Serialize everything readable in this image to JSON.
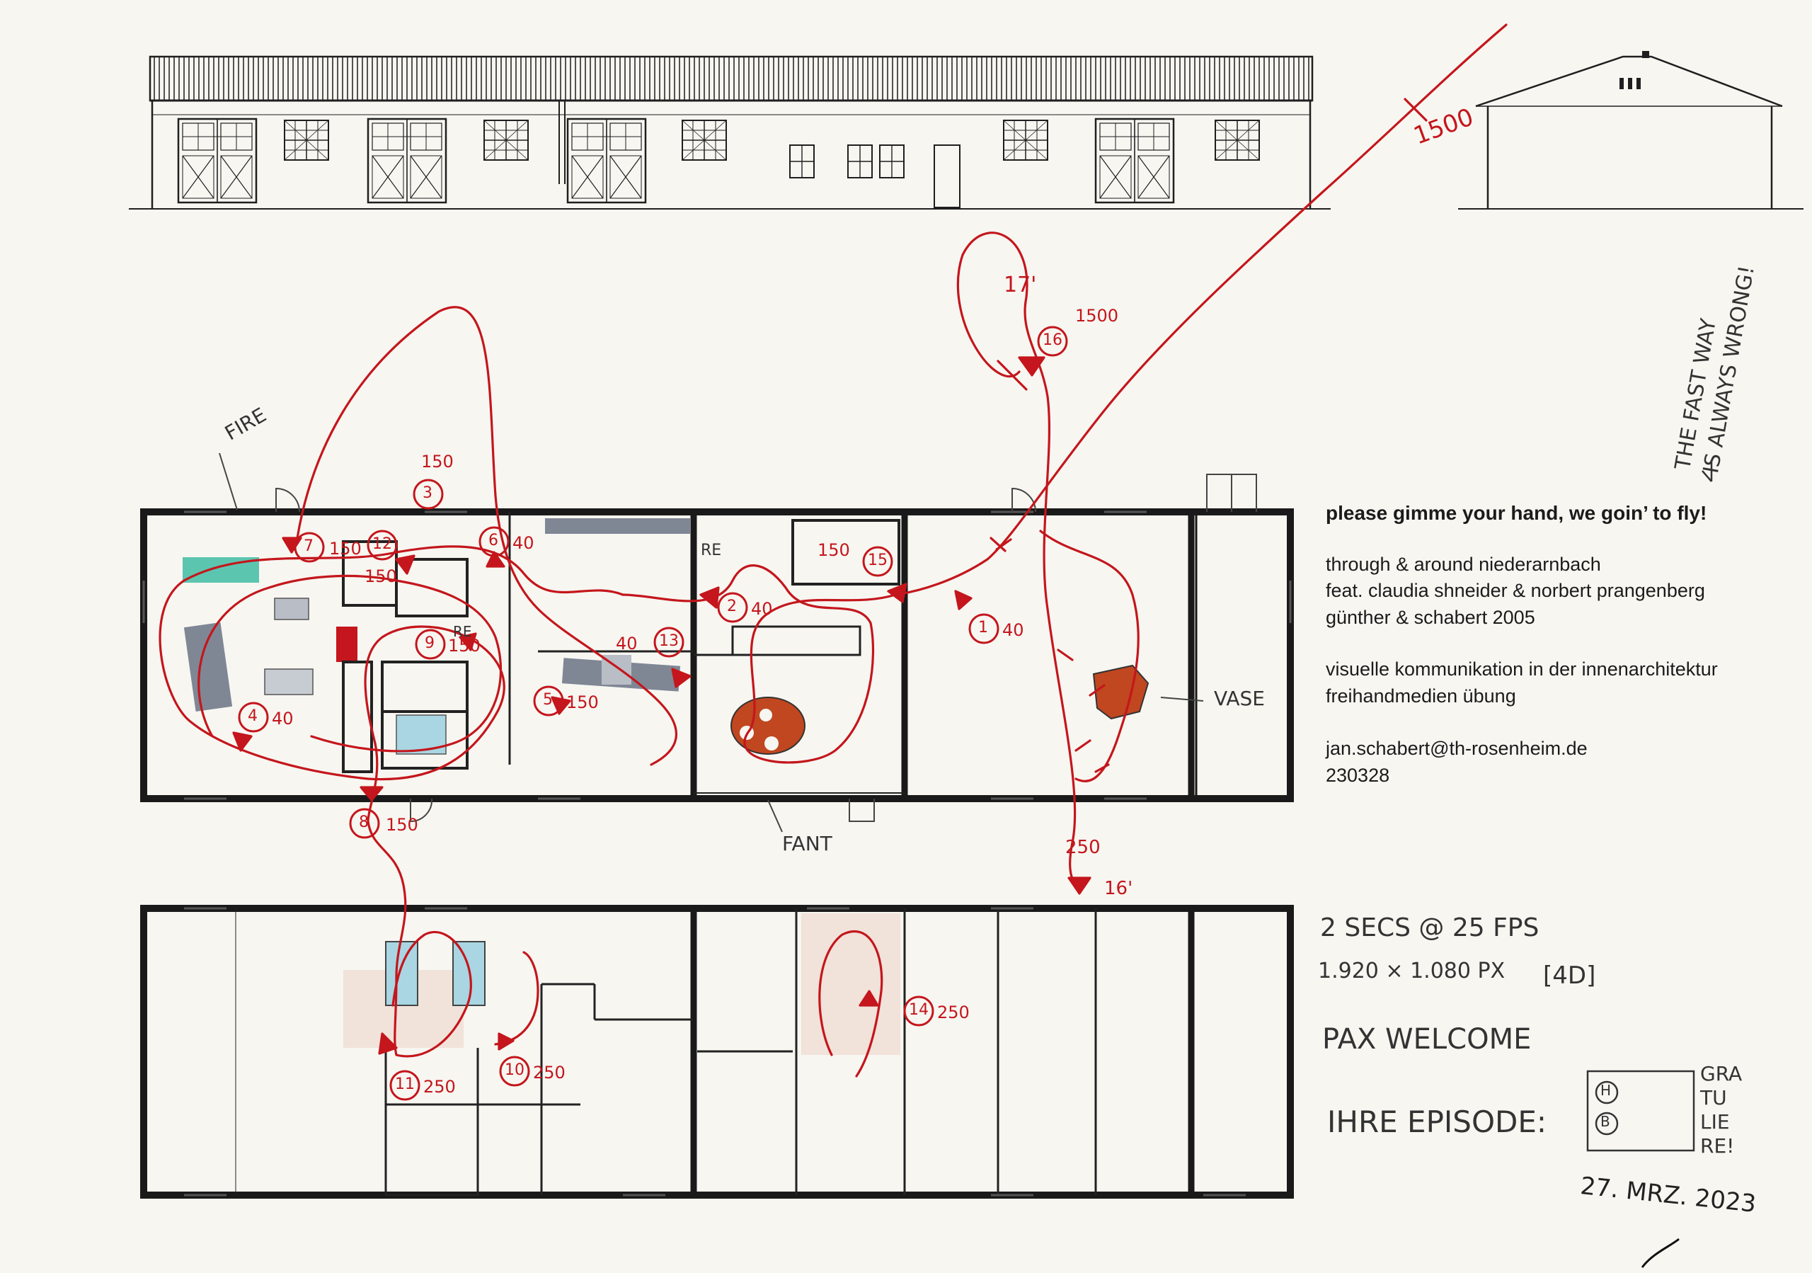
{
  "colors": {
    "paper": "#f7f6f1",
    "ink": "#1b1b1b",
    "marker_red": "#c4161c",
    "vase_orange": "#c0471f",
    "furniture_grey": "#7f8795",
    "teal": "#5cc5b0",
    "light_blue": "#a9d6e2",
    "floor_pink": "#f1e2da"
  },
  "info": {
    "title": "please gimme your hand, we goin’ to fly!",
    "line1": "through & around niederarnbach",
    "line2": "feat. claudia shneider & norbert prangenberg",
    "line3": "günther & schabert 2005",
    "line4": "visuelle kommunikation in der innenarchitektur",
    "line5": "freihandmedien übung",
    "email": "jan.schabert@th-rosenheim.de",
    "id": "230328"
  },
  "notes": {
    "specs1": "2 SECS  @ 25 FPS",
    "specs2": "1.920 × 1.080 PX",
    "specs2b": "[4D]",
    "pax": "PAX WELCOME",
    "episode": "IHRE EPISODE:",
    "checkbox_h": "H",
    "checkbox_b": "B",
    "grat_lines": [
      "GRA",
      "TU",
      "LIE",
      "RE!"
    ],
    "date": "27. MRZ. 2023",
    "side_note_1": "THE FAST WAY",
    "side_note_2": "IS ALWAYS WRONG!"
  },
  "labels": {
    "fire": "FIRE",
    "vase": "VASE",
    "fant": "FANT"
  },
  "camera_path": {
    "stations": [
      {
        "num": "1",
        "val": "40"
      },
      {
        "num": "2",
        "val": "40"
      },
      {
        "num": "3",
        "val": "150"
      },
      {
        "num": "4",
        "val": "40"
      },
      {
        "num": "5",
        "val": "150"
      },
      {
        "num": "6",
        "val": "40"
      },
      {
        "num": "7",
        "val": "150"
      },
      {
        "num": "8",
        "val": "150"
      },
      {
        "num": "9",
        "val": "150"
      },
      {
        "num": "10",
        "val": "250"
      },
      {
        "num": "11",
        "val": "250"
      },
      {
        "num": "12",
        "val": "150"
      },
      {
        "num": "13",
        "val": "40"
      },
      {
        "num": "14",
        "val": "250"
      },
      {
        "num": "15",
        "val": "150"
      },
      {
        "num": "16",
        "val": "1500"
      }
    ],
    "annotations": {
      "top_height": "1500",
      "mark_17": "17'",
      "mark_250": "250",
      "mark_16p": "16'",
      "mark_re": "RE",
      "mark_re2": "RE"
    }
  }
}
